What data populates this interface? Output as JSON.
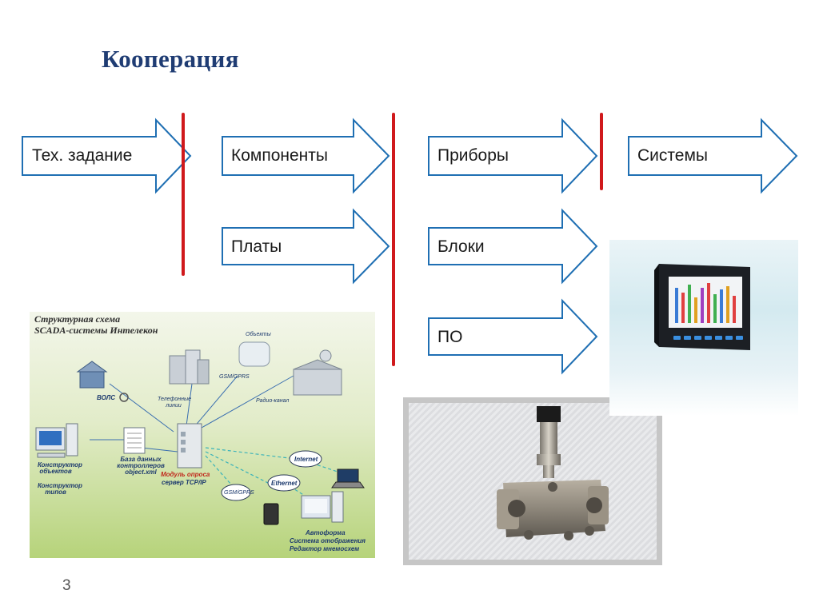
{
  "slide": {
    "title": "Кооперация",
    "page_number": "3"
  },
  "flow": {
    "row1": [
      "Тех. задание",
      "Компоненты",
      "Приборы",
      "Системы"
    ],
    "row2": [
      "Платы",
      "Блоки"
    ],
    "row3": [
      "ПО"
    ]
  },
  "scada": {
    "title_line1": "Структурная схема",
    "title_line2": "SCADA-системы Интелекон",
    "labels": {
      "objects": "Объекты",
      "gsm_gprs_top": "GSM/GPRS",
      "phone_lines": "Телефонные линии",
      "radio": "Радио-канал",
      "vols": "ВОЛС",
      "db": "База данных контроллеров object.xml",
      "module": "Модуль опроса",
      "server": "сервер TCP/IP",
      "internet": "Internet",
      "ethernet": "Ethernet",
      "gsm_gprs_bottom": "GSM/GPRS",
      "constructor_objects": "Конструктор объектов",
      "constructor_types": "Конструктор типов",
      "autoform": "Автоформа",
      "display_system": "Система отображения",
      "mnemo_editor": "Редактор мнемосхем"
    }
  },
  "colors": {
    "title": "#1f3c73",
    "arrow_stroke": "#1f6fb3",
    "divider": "#d0191c"
  }
}
